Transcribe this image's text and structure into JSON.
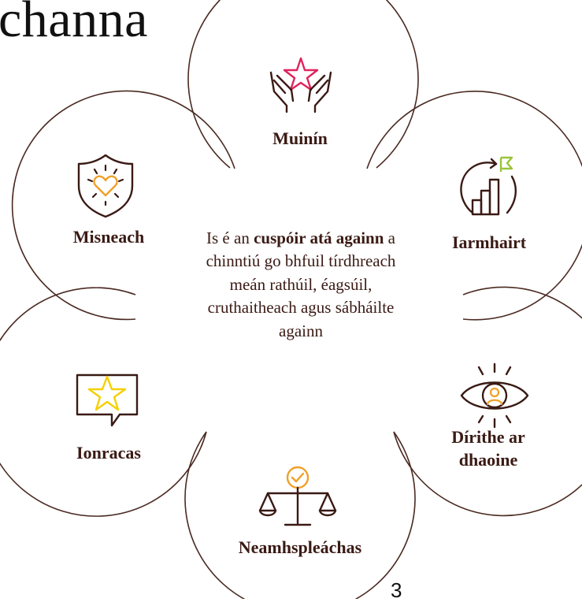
{
  "slide": {
    "title": "channa",
    "page_number": "3"
  },
  "center": {
    "text_pre": "Is é an ",
    "text_bold": "cuspóir atá againn",
    "text_post": " a chinntiú go bhfuil tírdhreach meán rathúil, éagsúil, cruthaitheach agus sábháilte againn"
  },
  "values": [
    {
      "label": "Muinín",
      "icon": "hands-star-icon"
    },
    {
      "label": "Iarmhairt",
      "icon": "growth-chart-icon"
    },
    {
      "label": "Dírithe ar dhaoine",
      "icon": "eye-person-icon"
    },
    {
      "label": "Neamhspleáchas",
      "icon": "scales-icon"
    },
    {
      "label": "Ionracas",
      "icon": "speech-star-icon"
    },
    {
      "label": "Misneach",
      "icon": "shield-heart-icon"
    }
  ],
  "colors": {
    "circle_stroke": "#4a2a22",
    "icon_dark": "#3a1a14",
    "accent_pink": "#e0245e",
    "accent_green": "#9ac43a",
    "accent_orange": "#f0a028",
    "accent_yellow": "#f5d000"
  }
}
